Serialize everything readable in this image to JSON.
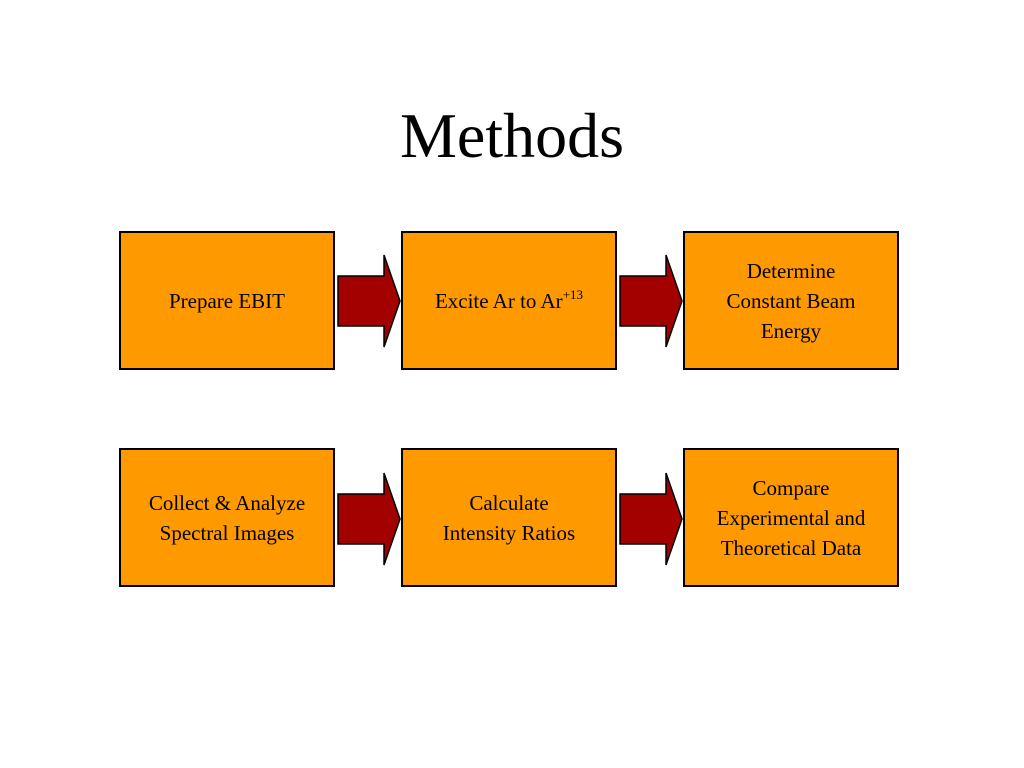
{
  "slide": {
    "title": "Methods"
  },
  "colors": {
    "box_fill": "#ff9900",
    "arrow_fill": "#a30000",
    "border": "#000000"
  },
  "steps": [
    {
      "lines": [
        "Prepare EBIT"
      ]
    },
    {
      "text": "Excite Ar to Ar",
      "superscript": "+13"
    },
    {
      "lines": [
        "Determine",
        "Constant Beam",
        "Energy"
      ]
    },
    {
      "lines": [
        "Collect & Analyze",
        "Spectral Images"
      ]
    },
    {
      "lines": [
        "Calculate",
        "Intensity Ratios"
      ]
    },
    {
      "lines": [
        "Compare",
        "Experimental and",
        "Theoretical Data"
      ]
    }
  ]
}
